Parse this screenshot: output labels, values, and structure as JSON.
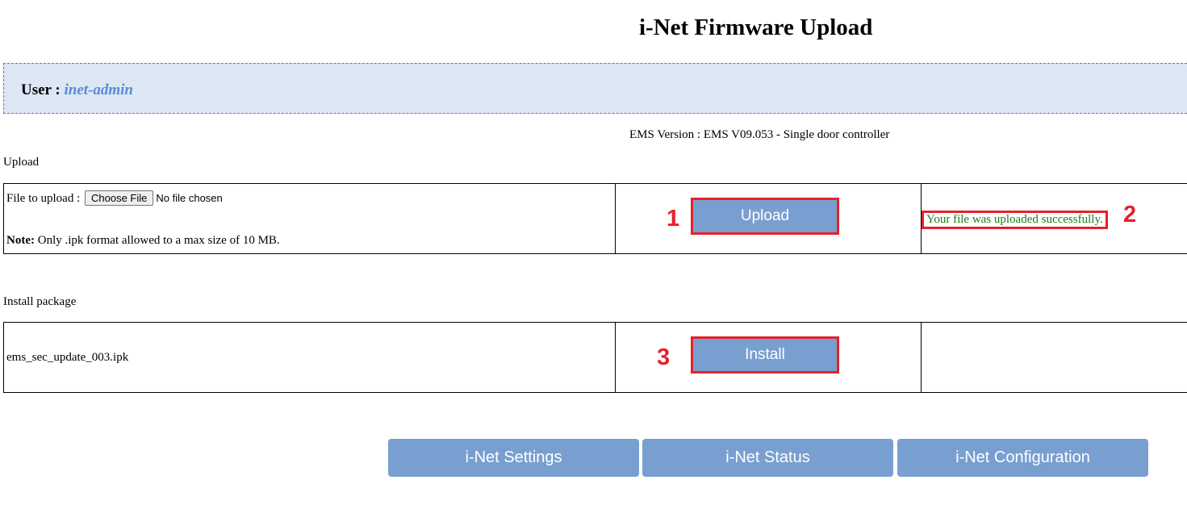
{
  "page": {
    "title": "i-Net Firmware Upload"
  },
  "user": {
    "label": "User :",
    "name": "inet-admin"
  },
  "ems_version": "EMS Version : EMS V09.053 - Single door controller",
  "upload_section": {
    "label": "Upload",
    "file_label": "File to upload :",
    "choose_button": "Choose File",
    "no_file": "No file chosen",
    "note_bold": "Note:",
    "note_text": "Only .ipk format allowed to a max size of 10 MB.",
    "upload_button": "Upload",
    "marker": "1",
    "status_message": "Your file was uploaded successfully.",
    "status_marker": "2",
    "status_color": "#1a7f1a"
  },
  "install_section": {
    "label": "Install package",
    "package_name": "ems_sec_update_003.ipk",
    "install_button": "Install",
    "marker": "3"
  },
  "nav": {
    "settings": "i-Net Settings",
    "status": "i-Net Status",
    "configuration": "i-Net Configuration"
  },
  "colors": {
    "accent": "#789fd0",
    "highlight": "#e8202a",
    "user_bar": "#dce6f5",
    "user_name": "#5b8bd6"
  }
}
